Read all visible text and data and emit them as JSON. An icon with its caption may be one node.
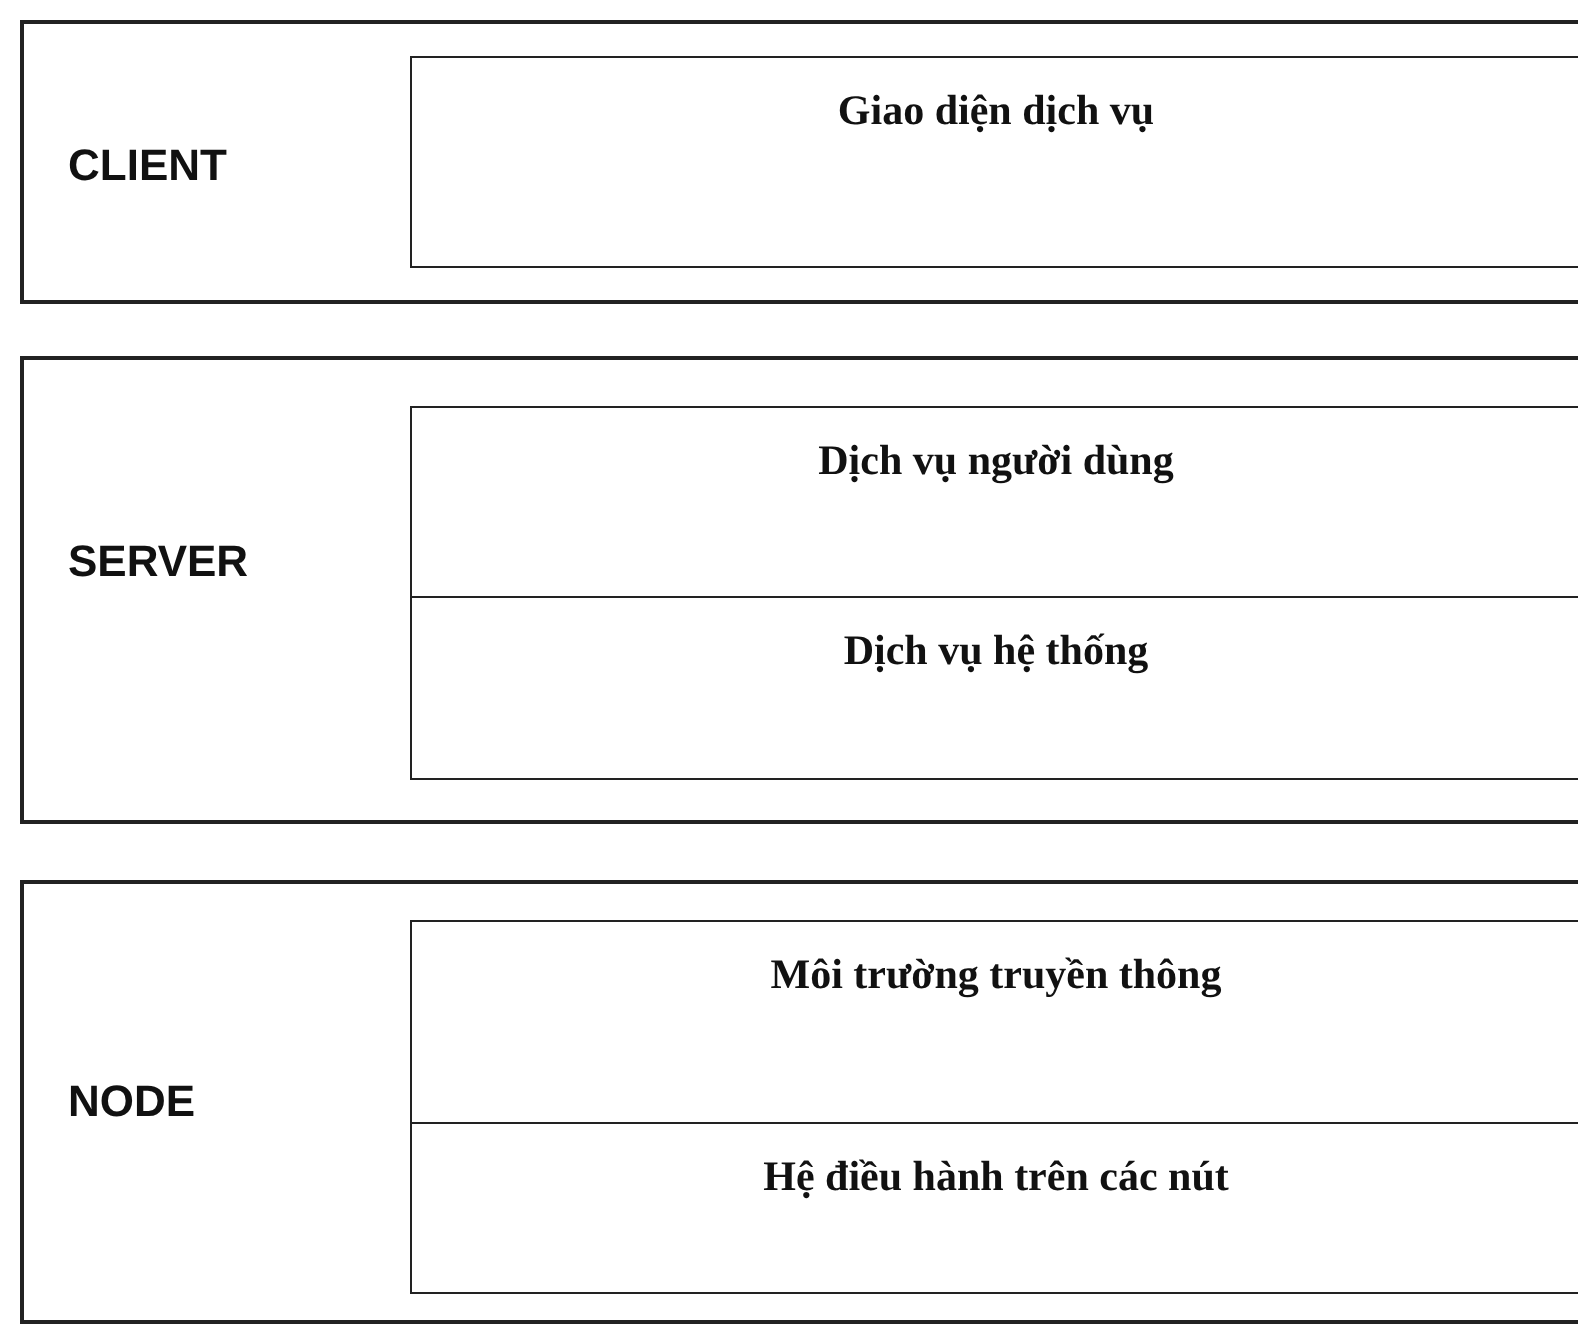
{
  "diagram": {
    "nodes": [
      {
        "text": [
          "CLIENT"
        ]
      },
      {
        "text": [
          "Giao diện dịch vụ"
        ],
        "in": 0
      },
      {
        "text": [
          "SERVER"
        ]
      },
      {
        "text": [
          "Dịch vụ người dùng"
        ],
        "in": 2
      },
      {
        "text": [
          "Dịch vụ hệ thống"
        ],
        "in": 2
      },
      {
        "text": [
          "NODE"
        ]
      },
      {
        "text": [
          "Môi trường truyền thông"
        ],
        "in": 5
      },
      {
        "text": [
          "Hệ điều hành trên các nút"
        ],
        "in": 5
      }
    ]
  }
}
